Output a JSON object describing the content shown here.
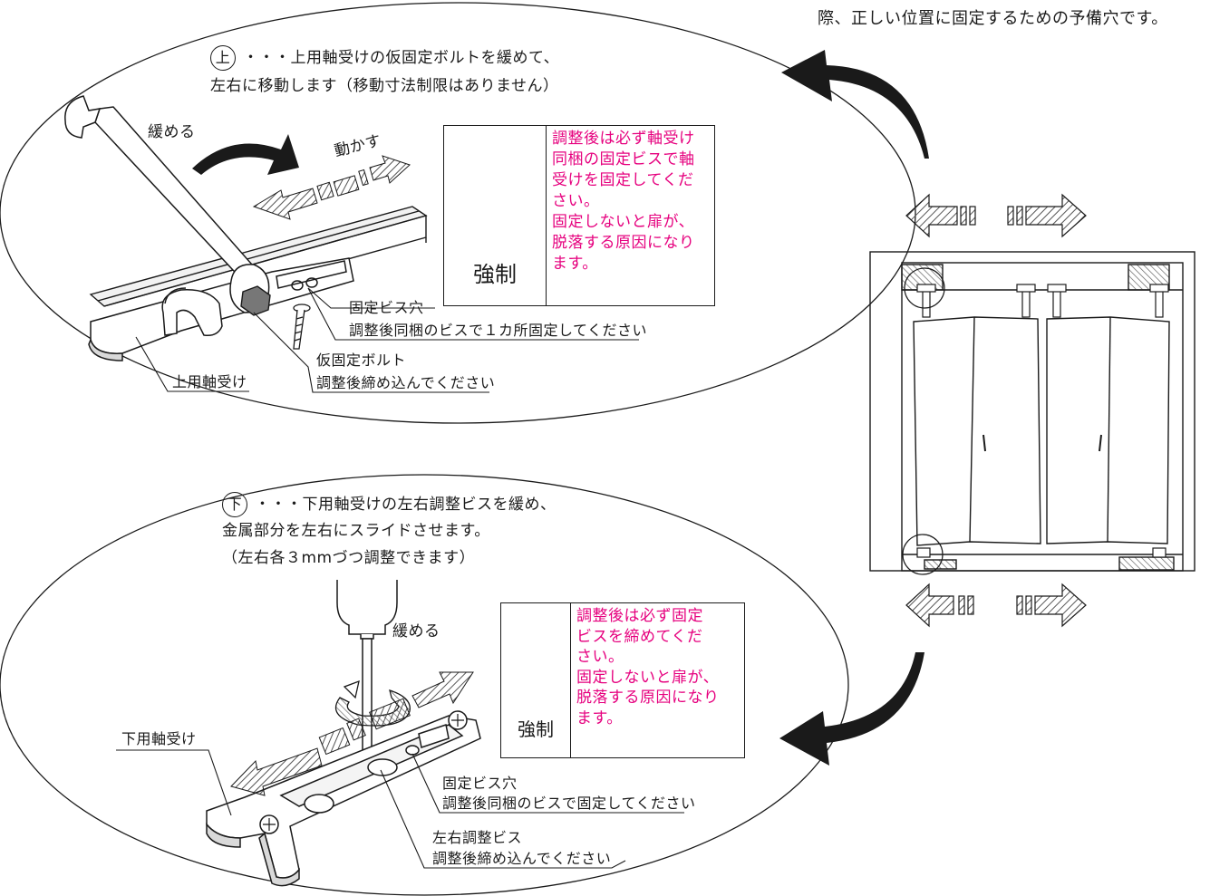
{
  "top_note": "際、正しい位置に固定するための予備穴です。",
  "upper": {
    "symbol": "上",
    "line1": "・・・上用軸受けの仮固定ボルトを緩めて、",
    "line2": "左右に移動します（移動寸法制限はありません）",
    "loosen": "緩める",
    "move": "動かす",
    "hole_label": "固定ビス穴",
    "hole_note": "調整後同梱のビスで１カ所固定してください",
    "bolt_label": "仮固定ボルト",
    "bolt_note": "調整後締め込んでください",
    "bearing_label": "上用軸受け",
    "warning": {
      "mandatory": "強制",
      "lines": [
        "調整後は必ず軸受け",
        "同梱の固定ビスで軸",
        "受けを固定してくだ",
        "さい。",
        "固定しないと扉が、",
        "脱落する原因になり",
        "ます。"
      ]
    }
  },
  "lower": {
    "symbol": "下",
    "line1": "・・・下用軸受けの左右調整ビスを緩め、",
    "line2": "金属部分を左右にスライドさせます。",
    "line3": "（左右各３mmづつ調整できます）",
    "loosen": "緩める",
    "bearing_label": "下用軸受け",
    "hole_label": "固定ビス穴",
    "hole_note": "調整後同梱のビスで固定してください",
    "screw_label": "左右調整ビス",
    "screw_note": "調整後締め込んでください",
    "warning": {
      "mandatory": "強制",
      "lines": [
        "調整後は必ず固定",
        "ビスを締めてくだ",
        "さい。",
        "固定しないと扉が、",
        "脱落する原因になり",
        "ます。"
      ]
    }
  },
  "colors": {
    "line": "#1a1a1a",
    "warning_text": "#e6007e",
    "hatch": "#555555"
  }
}
